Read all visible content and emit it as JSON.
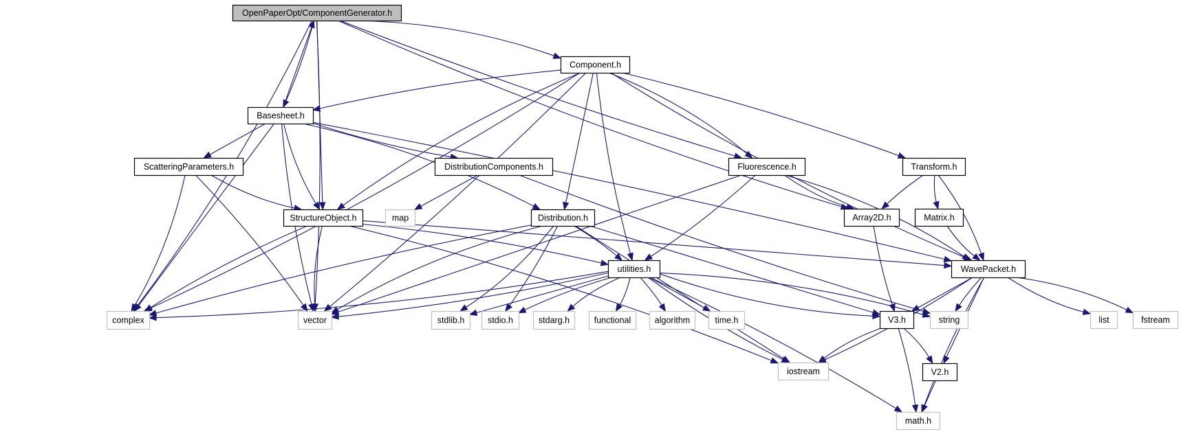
{
  "title": "Include dependency graph for ComponentGenerator.h",
  "colors": {
    "edge": "#191970",
    "root_fill": "#bfbfbf",
    "local_border": "#000000",
    "system_border": "#bfbfbf",
    "node_fill": "#ffffff"
  },
  "nodes": [
    {
      "id": "root",
      "label": "OpenPaperOpt/ComponentGenerator.h",
      "kind": "root"
    },
    {
      "id": "component",
      "label": "Component.h",
      "kind": "local"
    },
    {
      "id": "basesheet",
      "label": "Basesheet.h",
      "kind": "local"
    },
    {
      "id": "scattering",
      "label": "ScatteringParameters.h",
      "kind": "local"
    },
    {
      "id": "distcomp",
      "label": "DistributionComponents.h",
      "kind": "local"
    },
    {
      "id": "fluorescence",
      "label": "Fluorescence.h",
      "kind": "local"
    },
    {
      "id": "transform",
      "label": "Transform.h",
      "kind": "local"
    },
    {
      "id": "structobj",
      "label": "StructureObject.h",
      "kind": "local"
    },
    {
      "id": "map",
      "label": "map",
      "kind": "system"
    },
    {
      "id": "distribution",
      "label": "Distribution.h",
      "kind": "local"
    },
    {
      "id": "array2d",
      "label": "Array2D.h",
      "kind": "local"
    },
    {
      "id": "matrix",
      "label": "Matrix.h",
      "kind": "local"
    },
    {
      "id": "utilities",
      "label": "utilities.h",
      "kind": "local"
    },
    {
      "id": "wavepacket",
      "label": "WavePacket.h",
      "kind": "local"
    },
    {
      "id": "complex",
      "label": "complex",
      "kind": "system"
    },
    {
      "id": "vector",
      "label": "vector",
      "kind": "system"
    },
    {
      "id": "stdlib",
      "label": "stdlib.h",
      "kind": "system"
    },
    {
      "id": "stdio",
      "label": "stdio.h",
      "kind": "system"
    },
    {
      "id": "stdarg",
      "label": "stdarg.h",
      "kind": "system"
    },
    {
      "id": "functional",
      "label": "functional",
      "kind": "system"
    },
    {
      "id": "algorithm",
      "label": "algorithm",
      "kind": "system"
    },
    {
      "id": "time",
      "label": "time.h",
      "kind": "system"
    },
    {
      "id": "v3",
      "label": "V3.h",
      "kind": "local"
    },
    {
      "id": "string",
      "label": "string",
      "kind": "system"
    },
    {
      "id": "list",
      "label": "list",
      "kind": "system"
    },
    {
      "id": "fstream",
      "label": "fstream",
      "kind": "system"
    },
    {
      "id": "iostream",
      "label": "iostream",
      "kind": "system"
    },
    {
      "id": "v2",
      "label": "V2.h",
      "kind": "local"
    },
    {
      "id": "math",
      "label": "math.h",
      "kind": "system"
    }
  ],
  "edges": [
    [
      "root",
      "component"
    ],
    [
      "root",
      "basesheet"
    ],
    [
      "root",
      "structobj"
    ],
    [
      "root",
      "fluorescence"
    ],
    [
      "root",
      "array2d"
    ],
    [
      "root",
      "complex"
    ],
    [
      "root",
      "vector"
    ],
    [
      "basesheet",
      "root"
    ],
    [
      "component",
      "basesheet"
    ],
    [
      "component",
      "structobj"
    ],
    [
      "component",
      "fluorescence"
    ],
    [
      "component",
      "transform"
    ],
    [
      "component",
      "distribution"
    ],
    [
      "component",
      "utilities"
    ],
    [
      "component",
      "wavepacket"
    ],
    [
      "component",
      "complex"
    ],
    [
      "component",
      "vector"
    ],
    [
      "basesheet",
      "scattering"
    ],
    [
      "basesheet",
      "distcomp"
    ],
    [
      "basesheet",
      "structobj"
    ],
    [
      "basesheet",
      "distribution"
    ],
    [
      "basesheet",
      "wavepacket"
    ],
    [
      "basesheet",
      "complex"
    ],
    [
      "basesheet",
      "vector"
    ],
    [
      "scattering",
      "structobj"
    ],
    [
      "scattering",
      "complex"
    ],
    [
      "scattering",
      "vector"
    ],
    [
      "distcomp",
      "map"
    ],
    [
      "distcomp",
      "string"
    ],
    [
      "fluorescence",
      "array2d"
    ],
    [
      "fluorescence",
      "wavepacket"
    ],
    [
      "fluorescence",
      "utilities"
    ],
    [
      "fluorescence",
      "vector"
    ],
    [
      "transform",
      "array2d"
    ],
    [
      "transform",
      "matrix"
    ],
    [
      "transform",
      "wavepacket"
    ],
    [
      "structobj",
      "utilities"
    ],
    [
      "structobj",
      "wavepacket"
    ],
    [
      "structobj",
      "complex"
    ],
    [
      "structobj",
      "vector"
    ],
    [
      "structobj",
      "iostream"
    ],
    [
      "distribution",
      "utilities"
    ],
    [
      "distribution",
      "v3"
    ],
    [
      "distribution",
      "complex"
    ],
    [
      "distribution",
      "vector"
    ],
    [
      "distribution",
      "stdlib"
    ],
    [
      "distribution",
      "stdio"
    ],
    [
      "distribution",
      "iostream"
    ],
    [
      "array2d",
      "v3"
    ],
    [
      "matrix",
      "wavepacket"
    ],
    [
      "utilities",
      "complex"
    ],
    [
      "utilities",
      "vector"
    ],
    [
      "utilities",
      "stdlib"
    ],
    [
      "utilities",
      "stdio"
    ],
    [
      "utilities",
      "stdarg"
    ],
    [
      "utilities",
      "functional"
    ],
    [
      "utilities",
      "algorithm"
    ],
    [
      "utilities",
      "time"
    ],
    [
      "utilities",
      "iostream"
    ],
    [
      "utilities",
      "v3"
    ],
    [
      "utilities",
      "string"
    ],
    [
      "utilities",
      "math"
    ],
    [
      "wavepacket",
      "v3"
    ],
    [
      "wavepacket",
      "string"
    ],
    [
      "wavepacket",
      "list"
    ],
    [
      "wavepacket",
      "fstream"
    ],
    [
      "wavepacket",
      "iostream"
    ],
    [
      "wavepacket",
      "v2"
    ],
    [
      "wavepacket",
      "math"
    ],
    [
      "v3",
      "iostream"
    ],
    [
      "v3",
      "v2"
    ],
    [
      "v3",
      "math"
    ],
    [
      "v2",
      "math"
    ]
  ]
}
